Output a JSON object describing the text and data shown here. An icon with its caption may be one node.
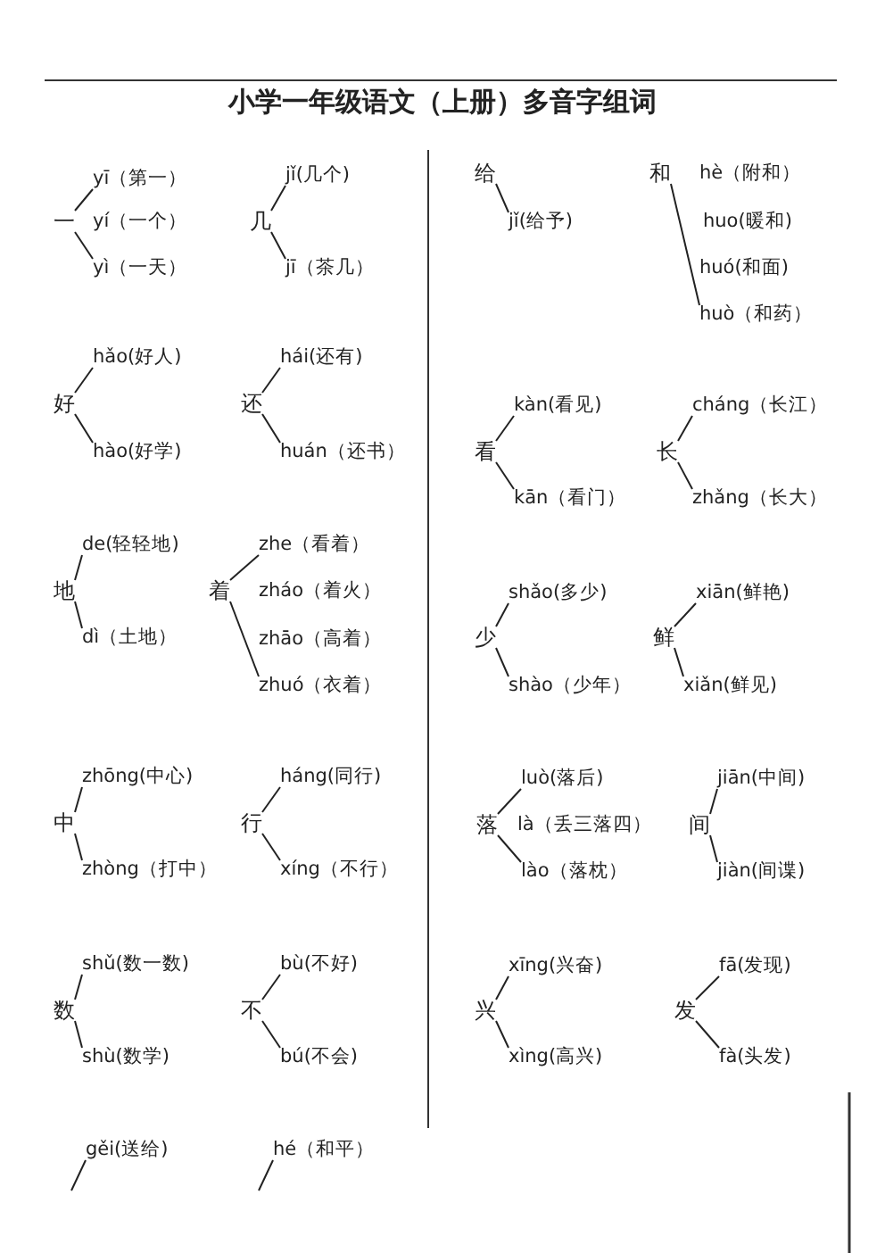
{
  "diagram": {
    "title": "小学一年级语文（上册）多音字组词",
    "nodes": [
      {
        "text": [
          "一"
        ]
      },
      {
        "text": [
          "yī（第一）"
        ]
      },
      {
        "text": [
          "yì（一天）"
        ]
      },
      {
        "text": [
          "几"
        ]
      },
      {
        "text": [
          "jǐ(几个)"
        ]
      },
      {
        "text": [
          "jī（茶几）"
        ]
      },
      {
        "text": [
          "好"
        ]
      },
      {
        "text": [
          "hǎo(好人)"
        ]
      },
      {
        "text": [
          "hào(好学)"
        ]
      },
      {
        "text": [
          "还"
        ]
      },
      {
        "text": [
          "hái(还有)"
        ]
      },
      {
        "text": [
          "huán（还书）"
        ]
      },
      {
        "text": [
          "地"
        ]
      },
      {
        "text": [
          "de(轻轻地)"
        ]
      },
      {
        "text": [
          "dì（土地）"
        ]
      },
      {
        "text": [
          "着"
        ]
      },
      {
        "text": [
          "zhe（看着）"
        ]
      },
      {
        "text": [
          "zhuó（衣着）"
        ]
      },
      {
        "text": [
          "中"
        ]
      },
      {
        "text": [
          "zhōng(中心)"
        ]
      },
      {
        "text": [
          "zhòng（打中）"
        ]
      },
      {
        "text": [
          "行"
        ]
      },
      {
        "text": [
          "háng(同行)"
        ]
      },
      {
        "text": [
          "xíng（不行）"
        ]
      },
      {
        "text": [
          "数"
        ]
      },
      {
        "text": [
          "shǔ(数一数)"
        ]
      },
      {
        "text": [
          "shù(数学)"
        ]
      },
      {
        "text": [
          "不"
        ]
      },
      {
        "text": [
          "bù(不好)"
        ]
      },
      {
        "text": [
          "bú(不会)"
        ]
      },
      {
        "text": [
          "gěi(送给)"
        ]
      },
      {
        "text": [
          "hé（和平）"
        ]
      },
      {
        "text": [
          "给"
        ]
      },
      {
        "text": [
          "jǐ(给予)"
        ]
      },
      {
        "text": [
          "和"
        ]
      },
      {
        "text": [
          "huò（和药）"
        ]
      },
      {
        "text": [
          "看"
        ]
      },
      {
        "text": [
          "kàn(看见)"
        ]
      },
      {
        "text": [
          "kān（看门）"
        ]
      },
      {
        "text": [
          "长"
        ]
      },
      {
        "text": [
          "cháng（长江）"
        ]
      },
      {
        "text": [
          "zhǎng（长大）"
        ]
      },
      {
        "text": [
          "少"
        ]
      },
      {
        "text": [
          "shǎo(多少)"
        ]
      },
      {
        "text": [
          "shào（少年）"
        ]
      },
      {
        "text": [
          "鲜"
        ]
      },
      {
        "text": [
          "xiān(鲜艳)"
        ]
      },
      {
        "text": [
          "xiǎn(鲜见)"
        ]
      },
      {
        "text": [
          "落"
        ]
      },
      {
        "text": [
          "luò(落后)"
        ]
      },
      {
        "text": [
          "lào（落枕）"
        ]
      },
      {
        "text": [
          "间"
        ]
      },
      {
        "text": [
          "jiān(中间)"
        ]
      },
      {
        "text": [
          "jiàn(间谍)"
        ]
      },
      {
        "text": [
          "兴"
        ]
      },
      {
        "text": [
          "xīng(兴奋)"
        ]
      },
      {
        "text": [
          "xìng(高兴)"
        ]
      },
      {
        "text": [
          "发"
        ]
      },
      {
        "text": [
          "fā(发现)"
        ]
      },
      {
        "text": [
          "fà(头发)"
        ]
      }
    ],
    "edges": [
      {
        "from": 0,
        "to": 1,
        "arrow": "none"
      },
      {
        "from": 0,
        "to": 2,
        "arrow": "none"
      },
      {
        "from": 3,
        "to": 4,
        "arrow": "none"
      },
      {
        "from": 3,
        "to": 5,
        "arrow": "none"
      },
      {
        "from": 6,
        "to": 7,
        "arrow": "none"
      },
      {
        "from": 6,
        "to": 8,
        "arrow": "none"
      },
      {
        "from": 9,
        "to": 10,
        "arrow": "none"
      },
      {
        "from": 9,
        "to": 11,
        "arrow": "none"
      },
      {
        "from": 12,
        "to": 13,
        "arrow": "none"
      },
      {
        "from": 12,
        "to": 14,
        "arrow": "none"
      },
      {
        "from": 15,
        "to": 16,
        "arrow": "none"
      },
      {
        "from": 15,
        "to": 17,
        "arrow": "none"
      },
      {
        "from": 18,
        "to": 19,
        "arrow": "none"
      },
      {
        "from": 18,
        "to": 20,
        "arrow": "none"
      },
      {
        "from": 21,
        "to": 22,
        "arrow": "none"
      },
      {
        "from": 21,
        "to": 23,
        "arrow": "none"
      },
      {
        "from": 24,
        "to": 25,
        "arrow": "none"
      },
      {
        "from": 24,
        "to": 26,
        "arrow": "none"
      },
      {
        "from": 27,
        "to": 28,
        "arrow": "none"
      },
      {
        "from": 27,
        "to": 29,
        "arrow": "none"
      },
      {
        "from": null,
        "to": 30,
        "arrow": "none"
      },
      {
        "from": null,
        "to": 31,
        "arrow": "none"
      },
      {
        "from": 32,
        "to": 33,
        "arrow": "none"
      },
      {
        "from": 34,
        "to": 35,
        "arrow": "none"
      },
      {
        "from": 36,
        "to": 37,
        "arrow": "none"
      },
      {
        "from": 36,
        "to": 38,
        "arrow": "none"
      },
      {
        "from": 39,
        "to": 40,
        "arrow": "none"
      },
      {
        "from": 39,
        "to": 41,
        "arrow": "none"
      },
      {
        "from": 42,
        "to": 43,
        "arrow": "none"
      },
      {
        "from": 42,
        "to": 44,
        "arrow": "none"
      },
      {
        "from": 45,
        "to": 46,
        "arrow": "none"
      },
      {
        "from": 45,
        "to": 47,
        "arrow": "none"
      },
      {
        "from": 48,
        "to": 49,
        "arrow": "none"
      },
      {
        "from": 48,
        "to": 50,
        "arrow": "none"
      },
      {
        "from": 51,
        "to": 52,
        "arrow": "none"
      },
      {
        "from": 51,
        "to": 53,
        "arrow": "none"
      },
      {
        "from": 54,
        "to": 55,
        "arrow": "none"
      },
      {
        "from": 54,
        "to": 56,
        "arrow": "none"
      },
      {
        "from": 57,
        "to": 58,
        "arrow": "none"
      },
      {
        "from": 57,
        "to": 59,
        "arrow": "none"
      }
    ],
    "labels": [
      "yí（一个）",
      "zháo（着火）",
      "zhāo（高着）",
      "hè（附和）",
      "huo(暖和)",
      "huó(和面)",
      "là（丢三落四）"
    ]
  }
}
